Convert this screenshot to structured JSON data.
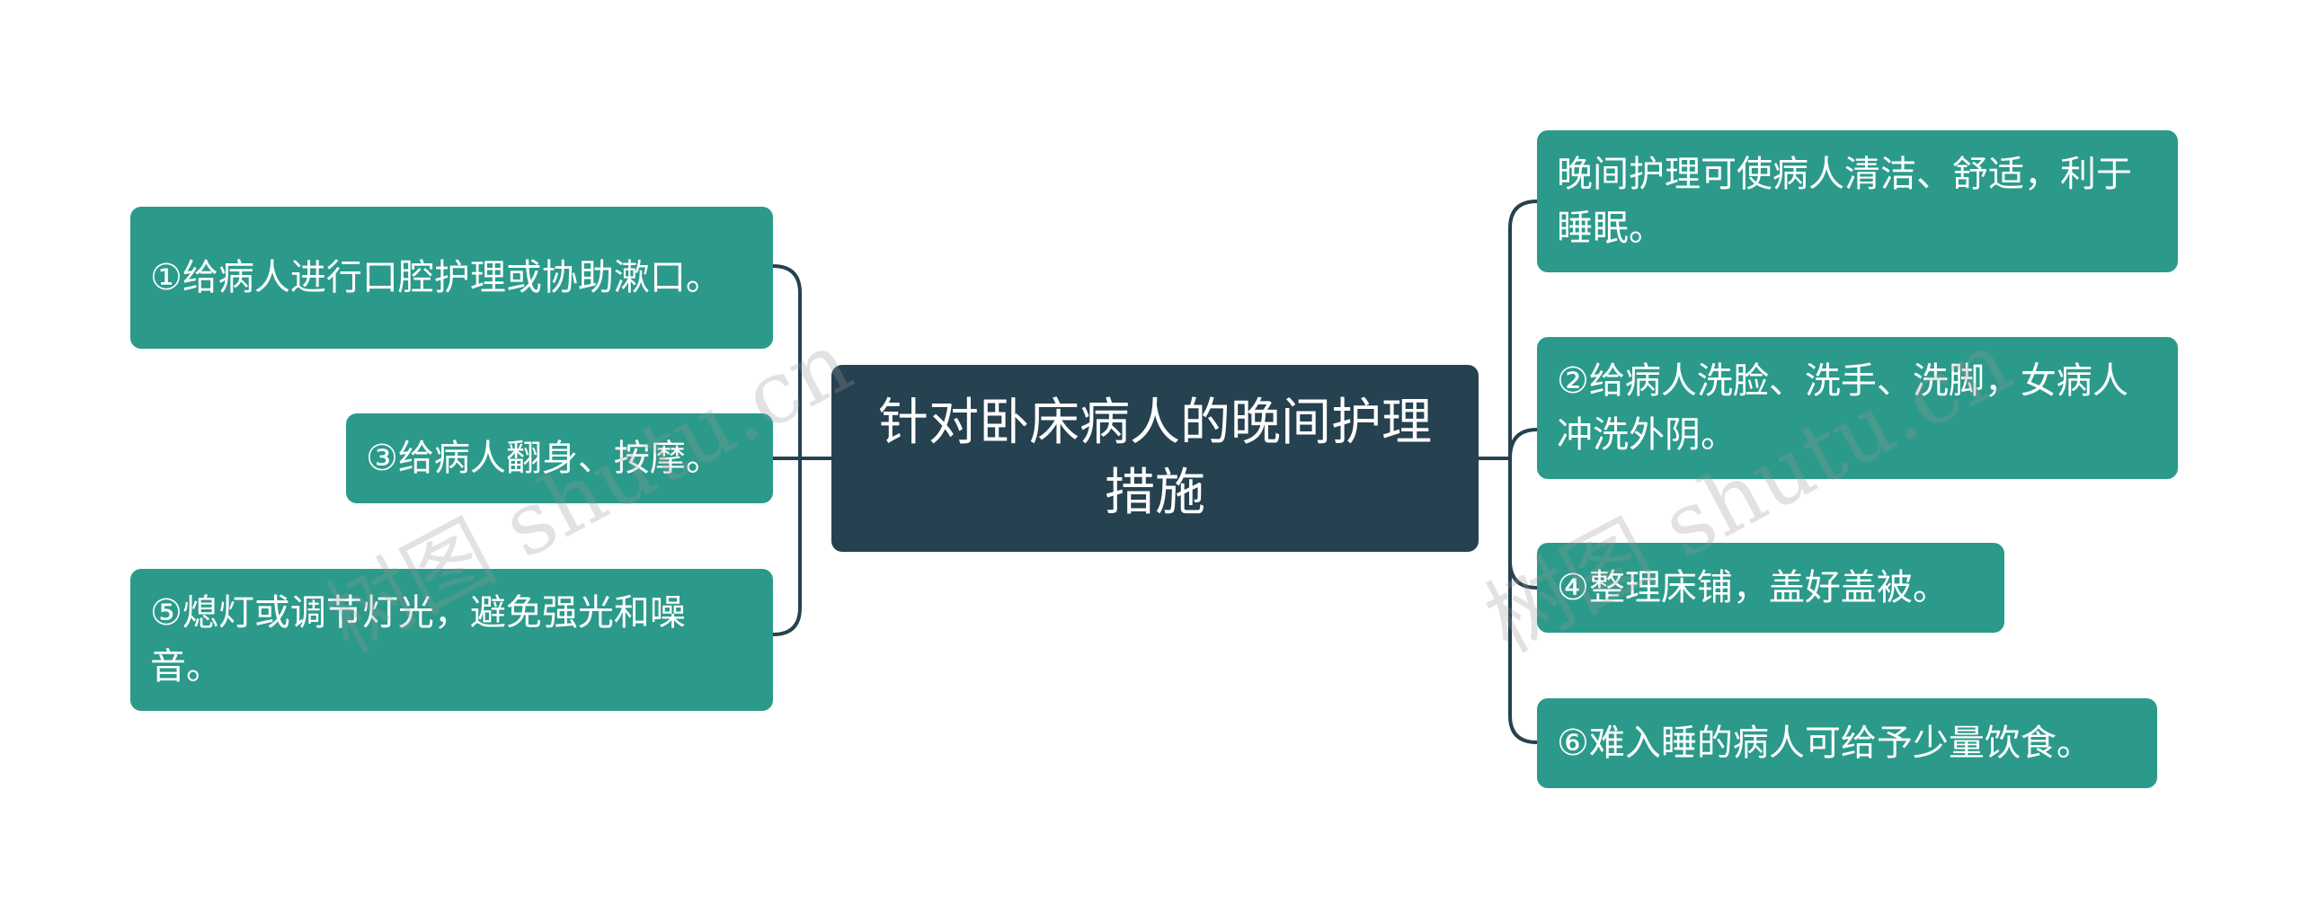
{
  "colors": {
    "root_fill": "#26414f",
    "leaf_fill": "#2b9a8a",
    "connector": "#26414f",
    "text": "#ffffff"
  },
  "root": {
    "label": "针对卧床病人的晚间护理措施"
  },
  "left_nodes": [
    {
      "label": "①给病人进行口腔护理或协助漱口。"
    },
    {
      "label": "③给病人翻身、按摩。"
    },
    {
      "label": "⑤熄灯或调节灯光，避免强光和噪音。"
    }
  ],
  "right_nodes": [
    {
      "label": "晚间护理可使病人清洁、舒适，利于睡眠。"
    },
    {
      "label": "②给病人洗脸、洗手、洗脚，女病人冲洗外阴。"
    },
    {
      "label": "④整理床铺，盖好盖被。"
    },
    {
      "label": "⑥难入睡的病人可给予少量饮食。"
    }
  ],
  "watermark": {
    "text": "树图 shutu.cn"
  }
}
